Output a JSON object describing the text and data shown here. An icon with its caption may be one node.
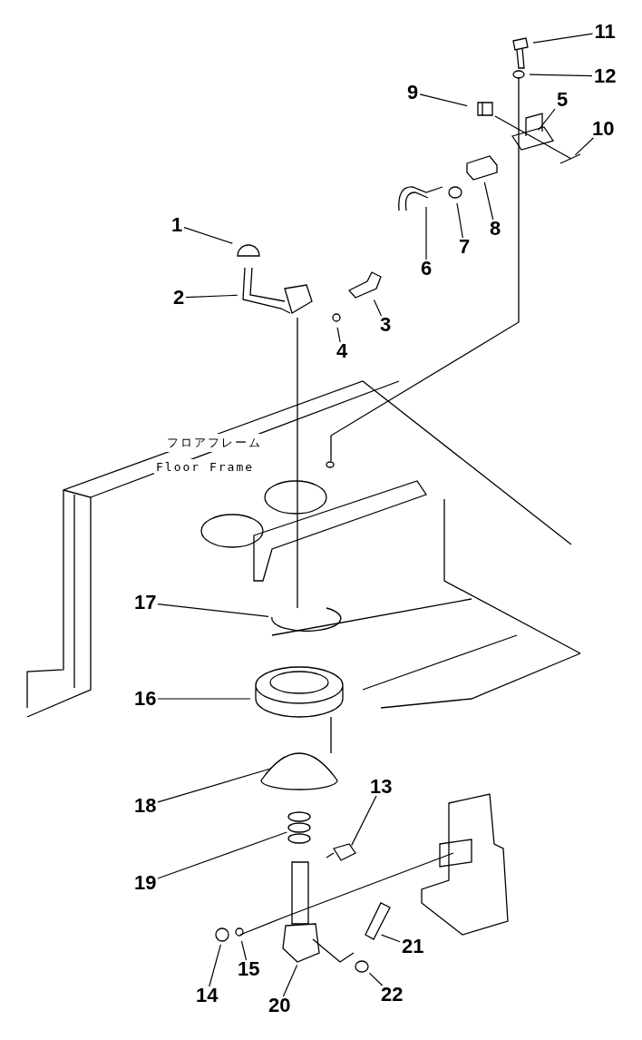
{
  "diagram": {
    "nodes": [
      {
        "text": [
          "1"
        ]
      },
      {
        "text": [
          "2"
        ]
      },
      {
        "text": [
          "3"
        ]
      },
      {
        "text": [
          "4"
        ]
      },
      {
        "text": [
          "5"
        ]
      },
      {
        "text": [
          "6"
        ]
      },
      {
        "text": [
          "7"
        ]
      },
      {
        "text": [
          "8"
        ]
      },
      {
        "text": [
          "9"
        ]
      },
      {
        "text": [
          "10"
        ]
      },
      {
        "text": [
          "11"
        ]
      },
      {
        "text": [
          "12"
        ]
      },
      {
        "text": [
          "13"
        ]
      },
      {
        "text": [
          "14"
        ]
      },
      {
        "text": [
          "15"
        ]
      },
      {
        "text": [
          "16"
        ]
      },
      {
        "text": [
          "17"
        ]
      },
      {
        "text": [
          "18"
        ]
      },
      {
        "text": [
          "19"
        ]
      },
      {
        "text": [
          "20"
        ]
      },
      {
        "text": [
          "21"
        ]
      },
      {
        "text": [
          "22"
        ]
      }
    ],
    "edges": [
      {
        "from": 0,
        "to": null,
        "arrow": "none"
      },
      {
        "from": 1,
        "to": null,
        "arrow": "none"
      },
      {
        "from": 2,
        "to": null,
        "arrow": "none"
      },
      {
        "from": 3,
        "to": null,
        "arrow": "none"
      },
      {
        "from": 4,
        "to": null,
        "arrow": "none"
      },
      {
        "from": 5,
        "to": null,
        "arrow": "none"
      },
      {
        "from": 6,
        "to": null,
        "arrow": "none"
      },
      {
        "from": 7,
        "to": null,
        "arrow": "none"
      },
      {
        "from": 8,
        "to": null,
        "arrow": "none"
      },
      {
        "from": 9,
        "to": null,
        "arrow": "none"
      },
      {
        "from": 10,
        "to": null,
        "arrow": "none"
      },
      {
        "from": 11,
        "to": null,
        "arrow": "none"
      },
      {
        "from": 12,
        "to": null,
        "arrow": "none"
      },
      {
        "from": 13,
        "to": null,
        "arrow": "none"
      },
      {
        "from": 14,
        "to": null,
        "arrow": "none"
      },
      {
        "from": 15,
        "to": null,
        "arrow": "none"
      },
      {
        "from": 16,
        "to": null,
        "arrow": "none"
      },
      {
        "from": 17,
        "to": null,
        "arrow": "none"
      },
      {
        "from": 18,
        "to": null,
        "arrow": "none"
      },
      {
        "from": 19,
        "to": null,
        "arrow": "none"
      },
      {
        "from": 20,
        "to": null,
        "arrow": "none"
      },
      {
        "from": 21,
        "to": null,
        "arrow": "none"
      }
    ],
    "labels": [
      "フロアフレーム",
      "Floor Frame"
    ]
  }
}
